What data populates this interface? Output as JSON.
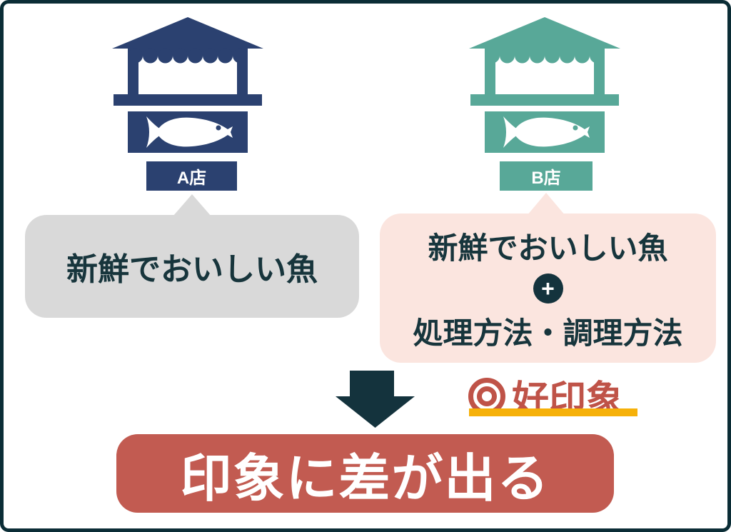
{
  "diagram": {
    "shop_a": {
      "label": "A店",
      "claim": "新鮮でおいしい魚"
    },
    "shop_b": {
      "label": "B店",
      "claim_line1": "新鮮でおいしい魚",
      "plus_sign": "+",
      "claim_line2": "処理方法・調理方法"
    },
    "impression": {
      "label": "好印象"
    },
    "conclusion": {
      "label": "印象に差が出る"
    },
    "colors": {
      "shop_a_navy": "#2b4170",
      "shop_b_teal": "#58a898",
      "dark_text": "#17353c",
      "dark_shape": "#14333d",
      "gray_bubble": "#d9d9d9",
      "pink_bubble": "#fbe5df",
      "impression_red": "#bf5348",
      "banner_red": "#c25b51",
      "gold_underline": "#f6b10a",
      "frame_border": "#0b2d36"
    }
  }
}
